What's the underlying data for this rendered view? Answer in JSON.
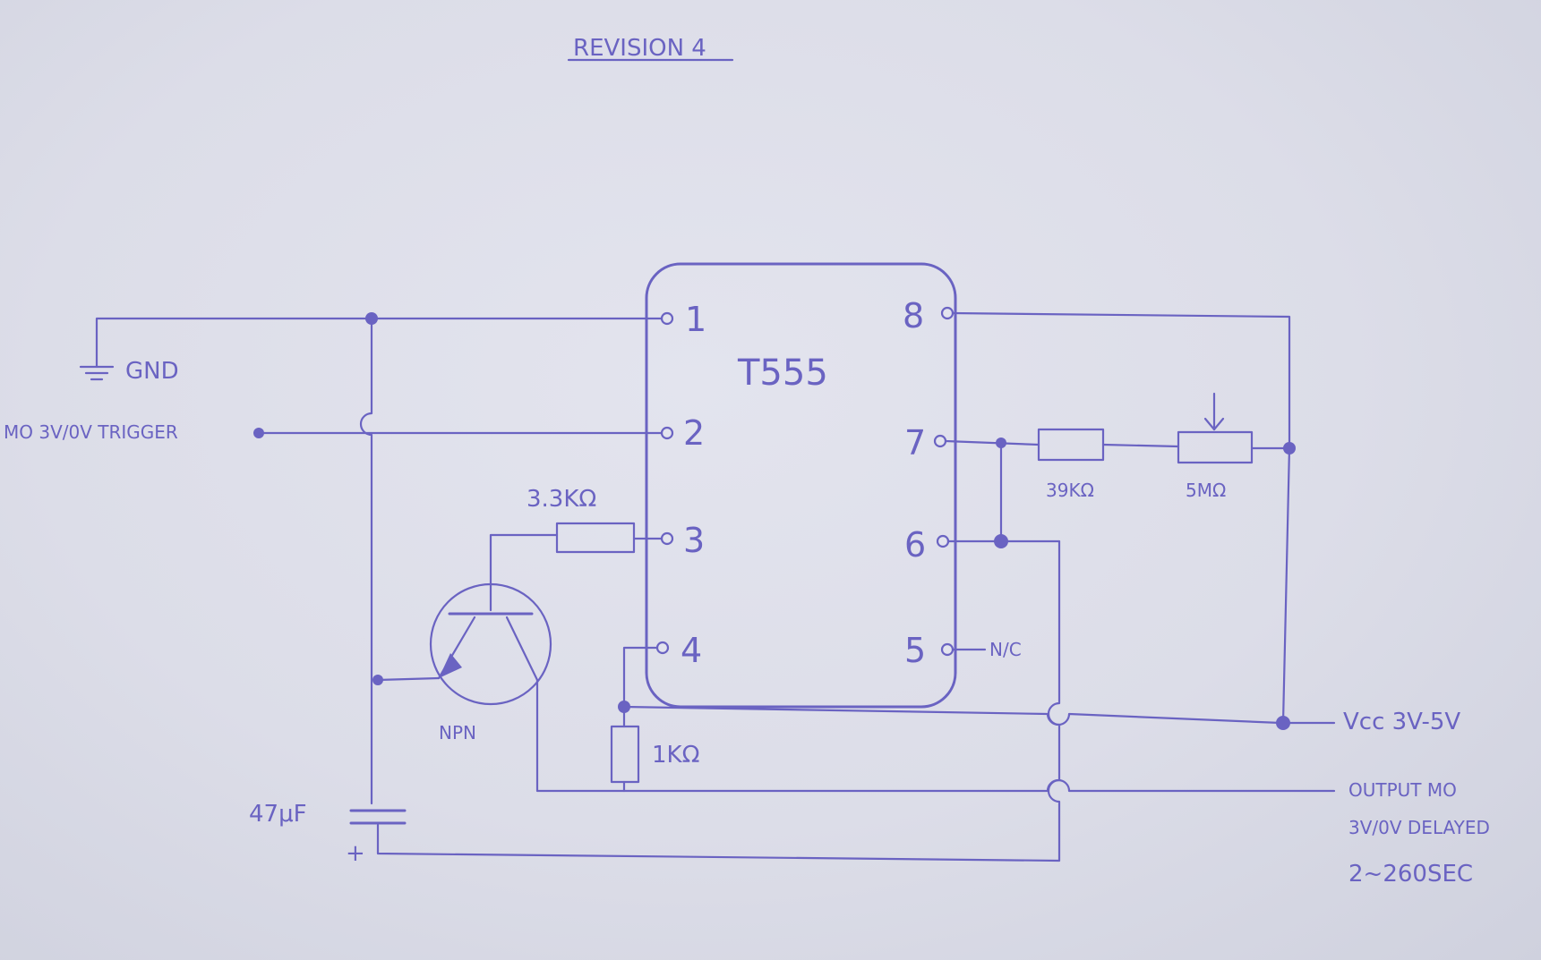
{
  "title": "REVISION 4",
  "ic": {
    "name": "T555",
    "pins": [
      "1",
      "2",
      "3",
      "4",
      "5",
      "6",
      "7",
      "8"
    ],
    "pin5_note": "N/C"
  },
  "labels": {
    "gnd": "GND",
    "trigger": "MO 3V/0V TRIGGER",
    "vcc": "Vcc 3V-5V",
    "output_line1": "OUTPUT MO",
    "output_line2": "3V/0V DELAYED",
    "output_line3": "2~260SEC",
    "transistor": "NPN"
  },
  "components": {
    "r1": "3.3KΩ",
    "r2": "1KΩ",
    "r3": "39KΩ",
    "pot": "5MΩ",
    "cap": "47μF",
    "cap_polarity": "+"
  },
  "colors": {
    "ink": "#6a63c2",
    "paper": "#e3e4ee"
  }
}
